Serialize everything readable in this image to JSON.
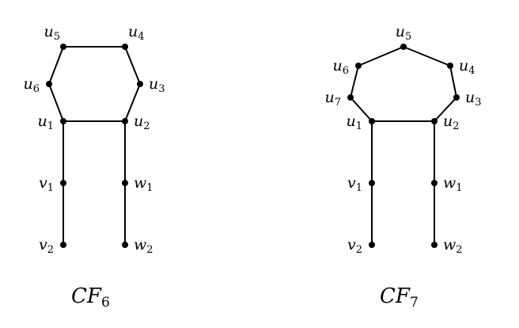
{
  "graphs": [
    {
      "id": "CF6",
      "title": {
        "base": "CF",
        "sub": "6"
      },
      "nodes": [
        {
          "id": "u5",
          "base": "u",
          "sub": "5"
        },
        {
          "id": "u4",
          "base": "u",
          "sub": "4"
        },
        {
          "id": "u6",
          "base": "u",
          "sub": "6"
        },
        {
          "id": "u3",
          "base": "u",
          "sub": "3"
        },
        {
          "id": "u1",
          "base": "u",
          "sub": "1"
        },
        {
          "id": "u2",
          "base": "u",
          "sub": "2"
        },
        {
          "id": "v1",
          "base": "v",
          "sub": "1"
        },
        {
          "id": "w1",
          "base": "w",
          "sub": "1"
        },
        {
          "id": "v2",
          "base": "v",
          "sub": "2"
        },
        {
          "id": "w2",
          "base": "w",
          "sub": "2"
        }
      ],
      "edges": [
        [
          "u5",
          "u4"
        ],
        [
          "u4",
          "u3"
        ],
        [
          "u3",
          "u2"
        ],
        [
          "u2",
          "u1"
        ],
        [
          "u1",
          "u6"
        ],
        [
          "u6",
          "u5"
        ],
        [
          "u1",
          "v1"
        ],
        [
          "v1",
          "v2"
        ],
        [
          "u2",
          "w1"
        ],
        [
          "w1",
          "w2"
        ]
      ]
    },
    {
      "id": "CF7",
      "title": {
        "base": "CF",
        "sub": "7"
      },
      "nodes": [
        {
          "id": "u5",
          "base": "u",
          "sub": "5"
        },
        {
          "id": "u6",
          "base": "u",
          "sub": "6"
        },
        {
          "id": "u4",
          "base": "u",
          "sub": "4"
        },
        {
          "id": "u7",
          "base": "u",
          "sub": "7"
        },
        {
          "id": "u3",
          "base": "u",
          "sub": "3"
        },
        {
          "id": "u1",
          "base": "u",
          "sub": "1"
        },
        {
          "id": "u2",
          "base": "u",
          "sub": "2"
        },
        {
          "id": "v1",
          "base": "v",
          "sub": "1"
        },
        {
          "id": "w1",
          "base": "w",
          "sub": "1"
        },
        {
          "id": "v2",
          "base": "v",
          "sub": "2"
        },
        {
          "id": "w2",
          "base": "w",
          "sub": "2"
        }
      ],
      "edges": [
        [
          "u5",
          "u4"
        ],
        [
          "u4",
          "u3"
        ],
        [
          "u3",
          "u2"
        ],
        [
          "u2",
          "u1"
        ],
        [
          "u1",
          "u7"
        ],
        [
          "u7",
          "u6"
        ],
        [
          "u6",
          "u5"
        ],
        [
          "u1",
          "v1"
        ],
        [
          "v1",
          "v2"
        ],
        [
          "u2",
          "w1"
        ],
        [
          "w1",
          "w2"
        ]
      ]
    }
  ]
}
